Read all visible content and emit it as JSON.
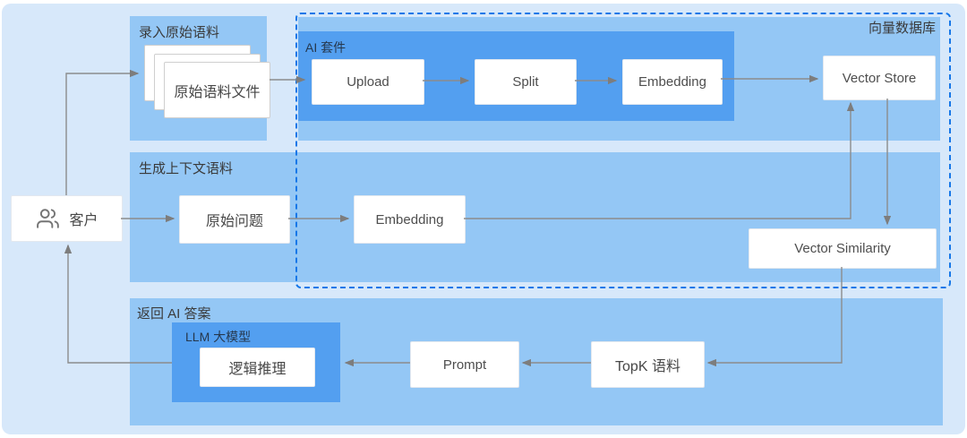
{
  "colors": {
    "page_background": "#D7E8FA",
    "section_panel": "#94C7F5",
    "accent_box": "#539FF0",
    "dashed_border": "#1677E8",
    "arrow": "#8C8C8C",
    "node_background": "#FFFFFF",
    "node_text": "#4E4E4E"
  },
  "customer": {
    "label": "客户",
    "icon": "users-icon"
  },
  "ingest": {
    "title": "录入原始语料",
    "file_stack_label": "原始语料文件"
  },
  "vector_db": {
    "title": "向量数据库",
    "ai_suite": {
      "title": "AI 套件",
      "steps": [
        "Upload",
        "Split",
        "Embedding"
      ]
    },
    "vector_store": "Vector Store",
    "vector_similarity": "Vector Similarity"
  },
  "context": {
    "title": "生成上下文语料",
    "question": "原始问题",
    "embedding": "Embedding"
  },
  "answer": {
    "title": "返回 AI 答案",
    "llm": {
      "title": "LLM 大模型",
      "reasoning": "逻辑推理"
    },
    "prompt": "Prompt",
    "topk": "TopK 语料"
  }
}
